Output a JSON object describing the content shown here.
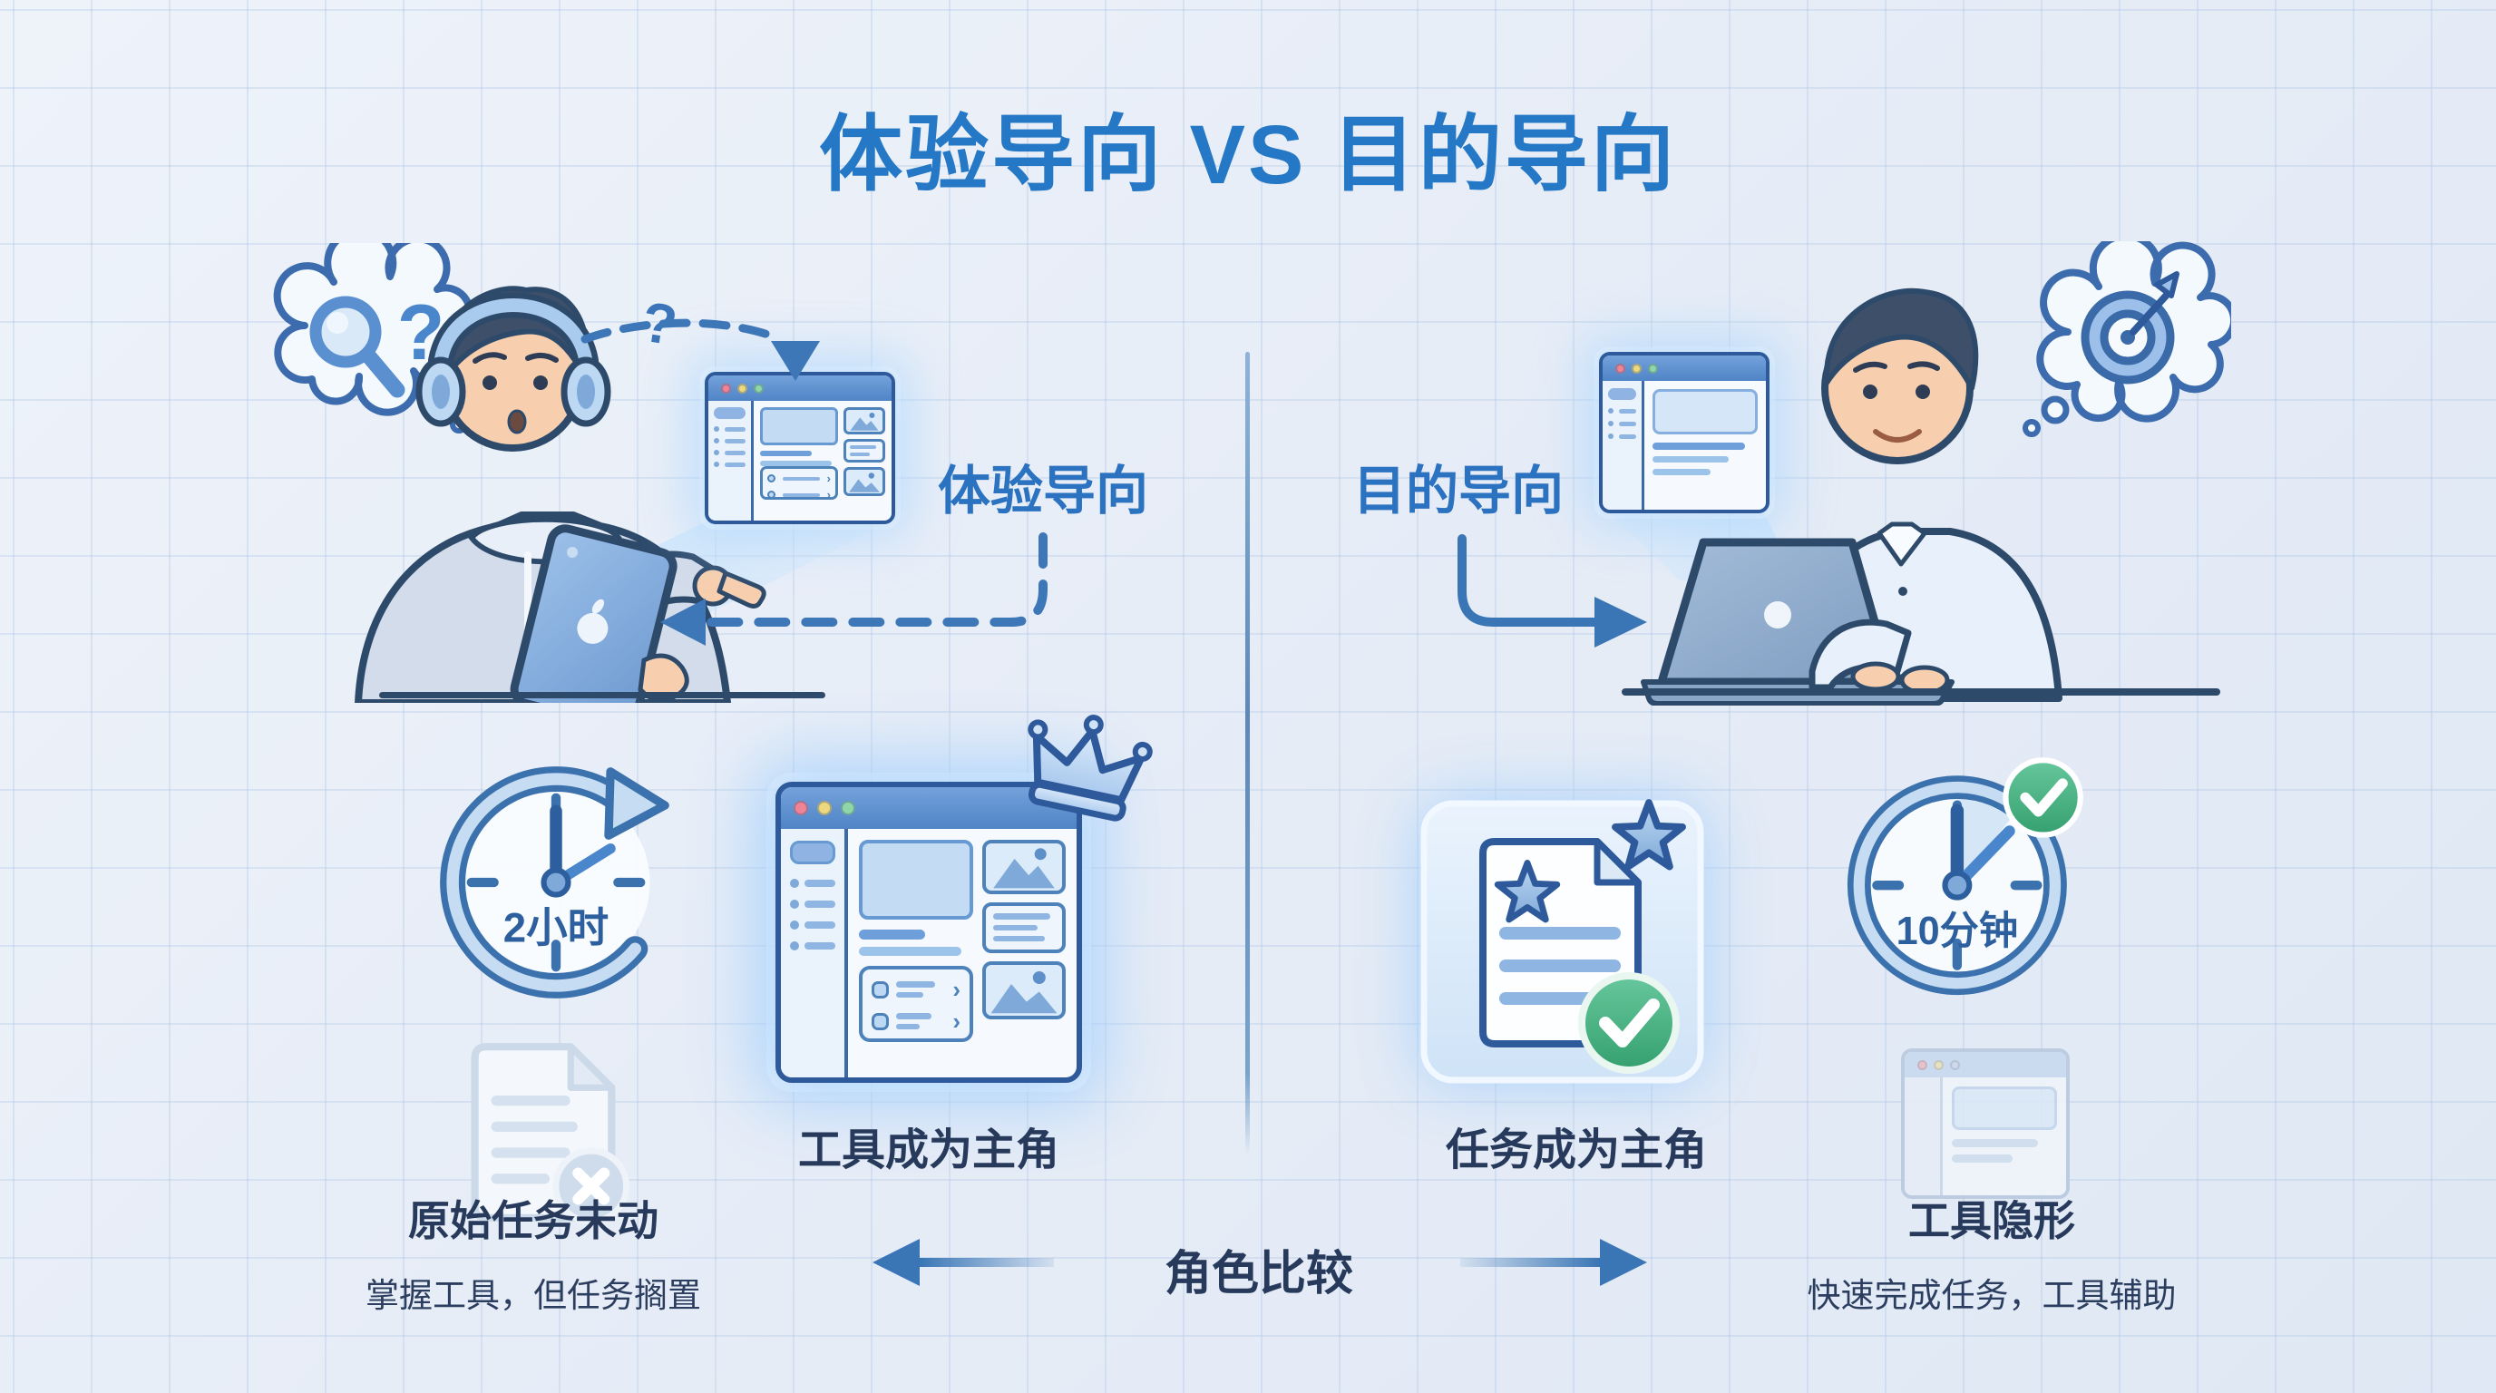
{
  "title": "体验导向 VS 目的导向",
  "colors": {
    "title_blue": "#2578c6",
    "label_blue": "#2b72c0",
    "navy_text": "#273a5c",
    "clock_blue": "#2d5f9e",
    "arrow_blue": "#3b74b8",
    "success_green": "#43ab81"
  },
  "left_scene": {
    "label": "体验导向",
    "floating_question": "?",
    "bubble_question": "?",
    "thought_icon": "magnifier-question"
  },
  "right_scene": {
    "label": "目的导向",
    "thought_icon": "target-dart"
  },
  "bottom_left": {
    "time": "2小时",
    "tool_label": "工具成为主角",
    "doc_title": "原始任务未动",
    "doc_subtitle": "掌握工具，但任务搁置"
  },
  "bottom_right": {
    "task_label": "任务成为主角",
    "time": "10分钟",
    "tool_title": "工具隐形",
    "tool_subtitle": "快速完成任务，工具辅助"
  },
  "center": {
    "compare_label": "角色比较"
  },
  "icons": {
    "chevron": "›"
  }
}
